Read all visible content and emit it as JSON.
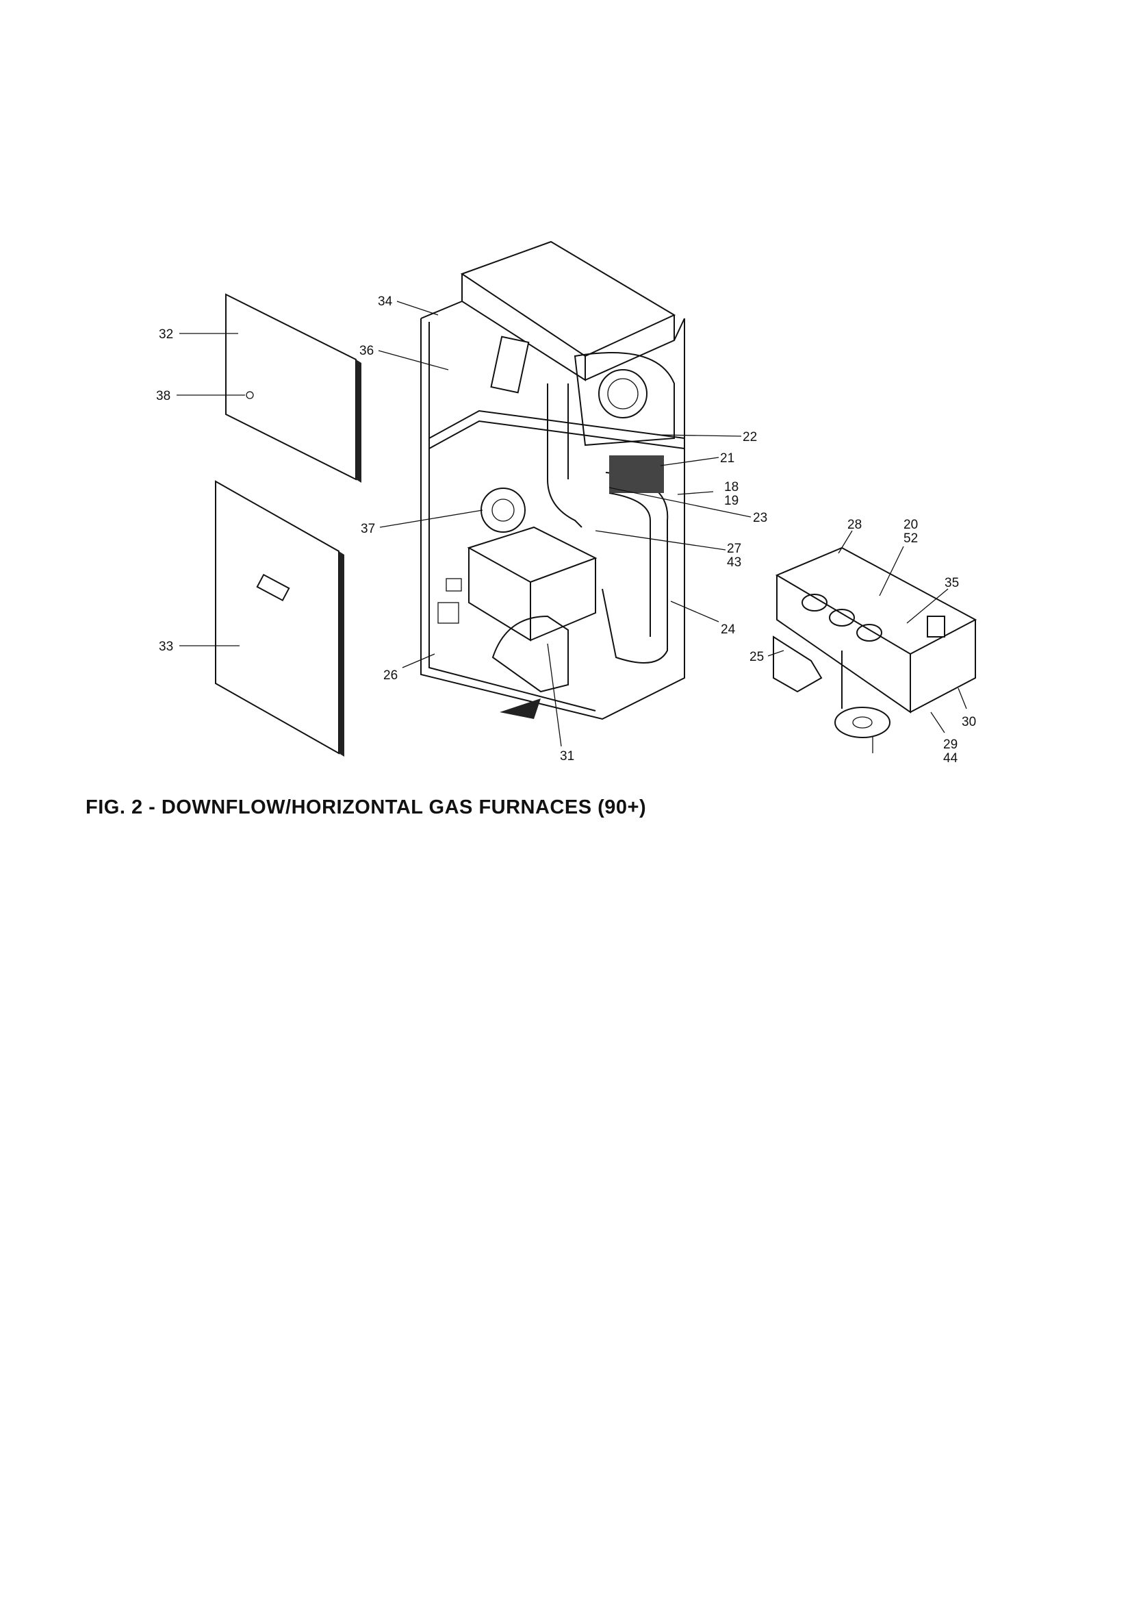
{
  "caption": "FIG. 2 - DOWNFLOW/HORIZONTAL GAS FURNACES (90+)",
  "callouts": {
    "c32": "32",
    "c38": "38",
    "c33": "33",
    "c34": "34",
    "c36": "36",
    "c37": "37",
    "c26": "26",
    "c31": "31",
    "c22": "22",
    "c21": "21",
    "c18": "18",
    "c19": "19",
    "c23": "23",
    "c27": "27",
    "c43": "43",
    "c24": "24",
    "c28": "28",
    "c20": "20",
    "c52": "52",
    "c35": "35",
    "c25": "25",
    "c30": "30",
    "c29": "29",
    "c44": "44"
  }
}
